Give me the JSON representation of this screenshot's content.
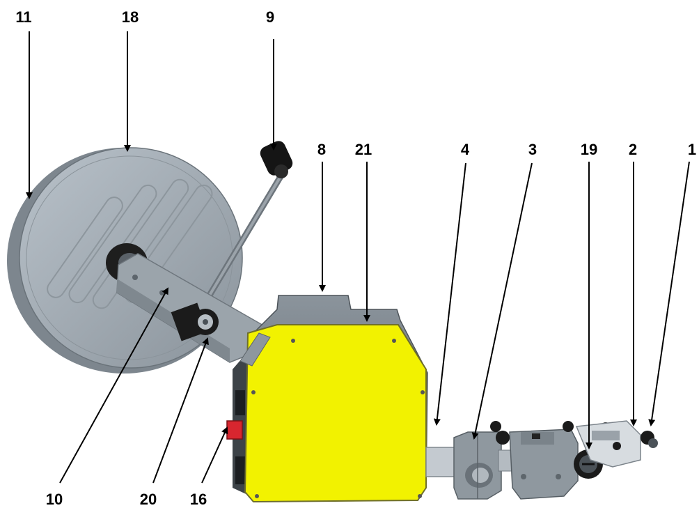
{
  "diagram": {
    "callouts": [
      {
        "id": "c11",
        "label": "11"
      },
      {
        "id": "c18",
        "label": "18"
      },
      {
        "id": "c9",
        "label": "9"
      },
      {
        "id": "c8",
        "label": "8"
      },
      {
        "id": "c21",
        "label": "21"
      },
      {
        "id": "c4",
        "label": "4"
      },
      {
        "id": "c3",
        "label": "3"
      },
      {
        "id": "c19",
        "label": "19"
      },
      {
        "id": "c2",
        "label": "2"
      },
      {
        "id": "c1",
        "label": "1"
      },
      {
        "id": "c10",
        "label": "10"
      },
      {
        "id": "c20",
        "label": "20"
      },
      {
        "id": "c16",
        "label": "16"
      }
    ]
  },
  "colors": {
    "housing": "#f2f200",
    "metal": "#9aa3ab",
    "metal_dark": "#6d757c",
    "black": "#1a1a1a",
    "accent_red": "#d8262f"
  }
}
